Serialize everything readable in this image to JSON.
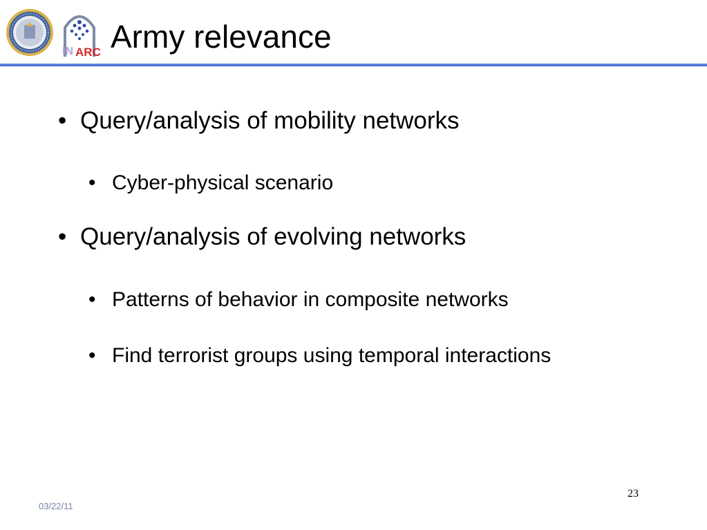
{
  "slide": {
    "title": "Army relevance",
    "bullets": [
      {
        "level": 1,
        "text": "Query/analysis of mobility networks"
      },
      {
        "level": 2,
        "text": "Cyber-physical scenario"
      },
      {
        "level": 1,
        "text": "Query/analysis of evolving networks"
      },
      {
        "level": 2,
        "text": "Patterns of behavior in composite networks"
      },
      {
        "level": 2,
        "text": "Find terrorist groups using temporal interactions"
      }
    ],
    "bullet_glyph": "•",
    "page_number": "23",
    "date": "03/22/11"
  },
  "logos": {
    "seal": {
      "icon": "university-seal-icon",
      "color": "#c9a23a"
    },
    "inarc": {
      "icon": "inarc-logo-icon",
      "text_in": "IN",
      "text_arc": "ARC",
      "color_in": "#b9a0d8",
      "color_arc": "#d6262b"
    }
  },
  "colors": {
    "title_rule": "#3f66d6",
    "footer_text": "#7a86a8"
  }
}
